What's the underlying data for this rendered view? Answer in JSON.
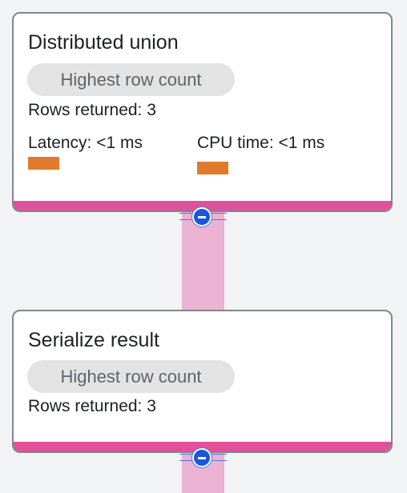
{
  "nodes": [
    {
      "title": "Distributed union",
      "badge": "Highest row count",
      "rows_returned": "Rows returned: 3",
      "latency": "Latency: <1 ms",
      "cpu_time": "CPU time: <1 ms"
    },
    {
      "title": "Serialize result",
      "badge": "Highest row count",
      "rows_returned": "Rows returned: 3"
    }
  ],
  "colors": {
    "accent": "#e2509c",
    "connector": "#ebb2d4",
    "metric_bar": "#e07b2e",
    "collapse_button": "#1a56db"
  },
  "icons": {
    "collapse": "minus-circle-icon"
  }
}
